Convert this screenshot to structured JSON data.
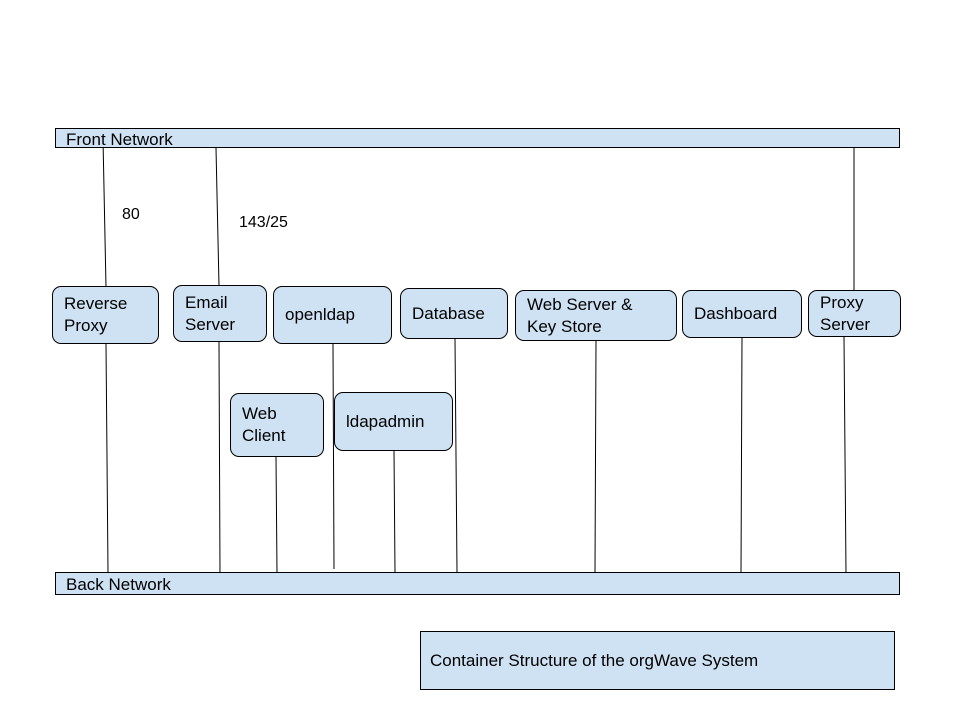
{
  "networks": {
    "front": "Front Network",
    "back": "Back Network"
  },
  "ports": {
    "reverse_proxy": "80",
    "email_server": "143/25"
  },
  "containers": {
    "reverse_proxy": "Reverse\nProxy",
    "email_server": "Email\nServer",
    "openldap": "openldap",
    "database": "Database",
    "web_server_key_store": "Web Server &\nKey Store",
    "dashboard": "Dashboard",
    "proxy_server": "Proxy\nServer",
    "web_client": "Web\nClient",
    "ldapadmin": "ldapadmin"
  },
  "caption": "Container Structure of the orgWave System",
  "colors": {
    "box_fill": "#cfe2f3",
    "stroke": "#000000"
  }
}
